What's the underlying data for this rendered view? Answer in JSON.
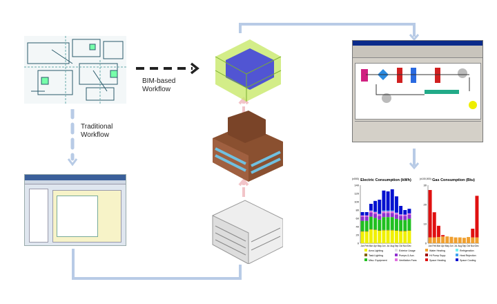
{
  "labels": {
    "bim": "BIM-based Workflow",
    "traditional": "Traditional Workflow"
  },
  "colors": {
    "connector": "#b8cbe6",
    "bim_arrow": "#222222",
    "pink_arrow": "#f2c4c8"
  },
  "chart_data": [
    {
      "type": "bar",
      "stacked": true,
      "title": "Electric Consumption (kWh)",
      "ylabel": "(x000)",
      "ylim": [
        0,
        140
      ],
      "yticks": [
        0,
        20,
        40,
        60,
        80,
        100,
        120,
        140
      ],
      "categories": [
        "Jan",
        "Feb",
        "Mar",
        "Apr",
        "May",
        "Jun",
        "Jul",
        "Aug",
        "Sep",
        "Oct",
        "Nov",
        "Dec"
      ],
      "series": [
        {
          "name": "Area Lighting",
          "color": "#f0f000",
          "values": [
            28,
            28,
            33,
            32,
            30,
            31,
            31,
            31,
            30,
            29,
            29,
            30
          ]
        },
        {
          "name": "Task Lighting",
          "color": "#806000",
          "values": [
            1,
            1,
            1,
            1,
            1,
            1,
            1,
            1,
            1,
            1,
            1,
            1
          ]
        },
        {
          "name": "Misc. Equipment",
          "color": "#20c020",
          "values": [
            25,
            25,
            30,
            28,
            26,
            31,
            31,
            31,
            28,
            26,
            26,
            28
          ]
        },
        {
          "name": "Pumps & Aux.",
          "color": "#9030d0",
          "values": [
            10,
            10,
            10,
            10,
            9,
            10,
            10,
            10,
            10,
            10,
            10,
            10
          ]
        },
        {
          "name": "Ventilation Fans",
          "color": "#e070e0",
          "values": [
            3,
            3,
            4,
            4,
            4,
            4,
            4,
            4,
            4,
            3,
            3,
            3
          ]
        },
        {
          "name": "Heat Rejection",
          "color": "#40a0f0",
          "values": [
            0,
            0,
            1,
            1,
            1,
            2,
            2,
            2,
            1,
            1,
            0,
            0
          ]
        },
        {
          "name": "Space Cooling",
          "color": "#0010d0",
          "values": [
            8,
            8,
            16,
            26,
            34,
            48,
            46,
            51,
            39,
            20,
            11,
            11
          ]
        }
      ],
      "legend": [
        "Area Lighting",
        "Task Lighting",
        "Misc. Equipment",
        "Exterior Usage",
        "Pumps & Aux.",
        "Ventilation Fans",
        "Water Heating",
        "Ht Pump Supp.",
        "Space Heating",
        "Refrigeration",
        "Heat Rejection",
        "Space Cooling"
      ],
      "legend_colors": [
        "#f0f000",
        "#806000",
        "#20c020",
        "#e0e0e0",
        "#9030d0",
        "#e070e0",
        "#f0a030",
        "#a00000",
        "#e01010",
        "#70f0f0",
        "#40a0f0",
        "#0010d0"
      ]
    },
    {
      "type": "bar",
      "stacked": true,
      "title": "Gas Consumption (Btu)",
      "ylabel": "(x100,000)",
      "ylim": [
        0,
        30
      ],
      "yticks": [
        0,
        10,
        20,
        30
      ],
      "categories": [
        "Jan",
        "Feb",
        "Mar",
        "Apr",
        "May",
        "Jun",
        "Jul",
        "Aug",
        "Sep",
        "Oct",
        "Nov",
        "Dec"
      ],
      "series": [
        {
          "name": "Water Heating",
          "color": "#f0a030",
          "values": [
            3,
            3,
            3.2,
            3.5,
            3.5,
            3.3,
            3,
            3,
            2.8,
            3.2,
            3,
            3
          ]
        },
        {
          "name": "Space Heating",
          "color": "#e01010",
          "values": [
            24.5,
            13,
            5.8,
            0.7,
            0,
            0,
            0,
            0,
            0,
            0,
            4.5,
            21.5
          ]
        }
      ]
    }
  ]
}
